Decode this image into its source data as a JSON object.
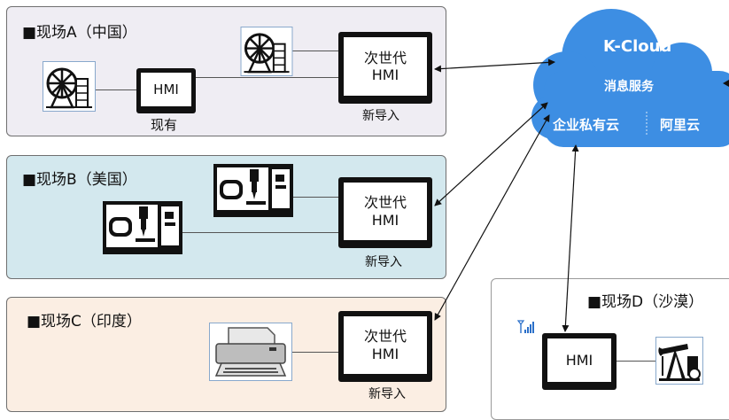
{
  "sites": {
    "a": {
      "title": "■现场A（中国）",
      "existing_hmi": "HMI",
      "existing_caption": "现有",
      "next_gen_line1": "次世代",
      "next_gen_line2": "HMI",
      "new_caption": "新导入"
    },
    "b": {
      "title": "■现场B（美国）",
      "next_gen_line1": "次世代",
      "next_gen_line2": "HMI",
      "new_caption": "新导入"
    },
    "c": {
      "title": "■现场C（印度）",
      "next_gen_line1": "次世代",
      "next_gen_line2": "HMI",
      "new_caption": "新导入"
    },
    "d": {
      "title": "■现场D（沙漠）",
      "hmi": "HMI"
    }
  },
  "cloud": {
    "name": "K-Cloud",
    "service": "消息服务",
    "private_cloud": "企业私有云",
    "aliyun": "阿里云"
  },
  "colors": {
    "site_a_bg": "#efedf3",
    "site_b_bg": "#d3e8ee",
    "site_c_bg": "#fbeee3",
    "site_d_bg": "#ffffff",
    "cloud": "#3d8ee3",
    "border": "#6f6f6f"
  },
  "icons": {
    "site_a_equipment_1": "wind-turbine-icon",
    "site_a_equipment_2": "wind-turbine-icon",
    "site_b_equipment_1": "cnc-machine-icon",
    "site_b_equipment_2": "cnc-machine-icon",
    "site_c_equipment": "printer-icon",
    "site_d_signal": "signal-icon",
    "site_d_equipment": "oil-pump-icon"
  }
}
